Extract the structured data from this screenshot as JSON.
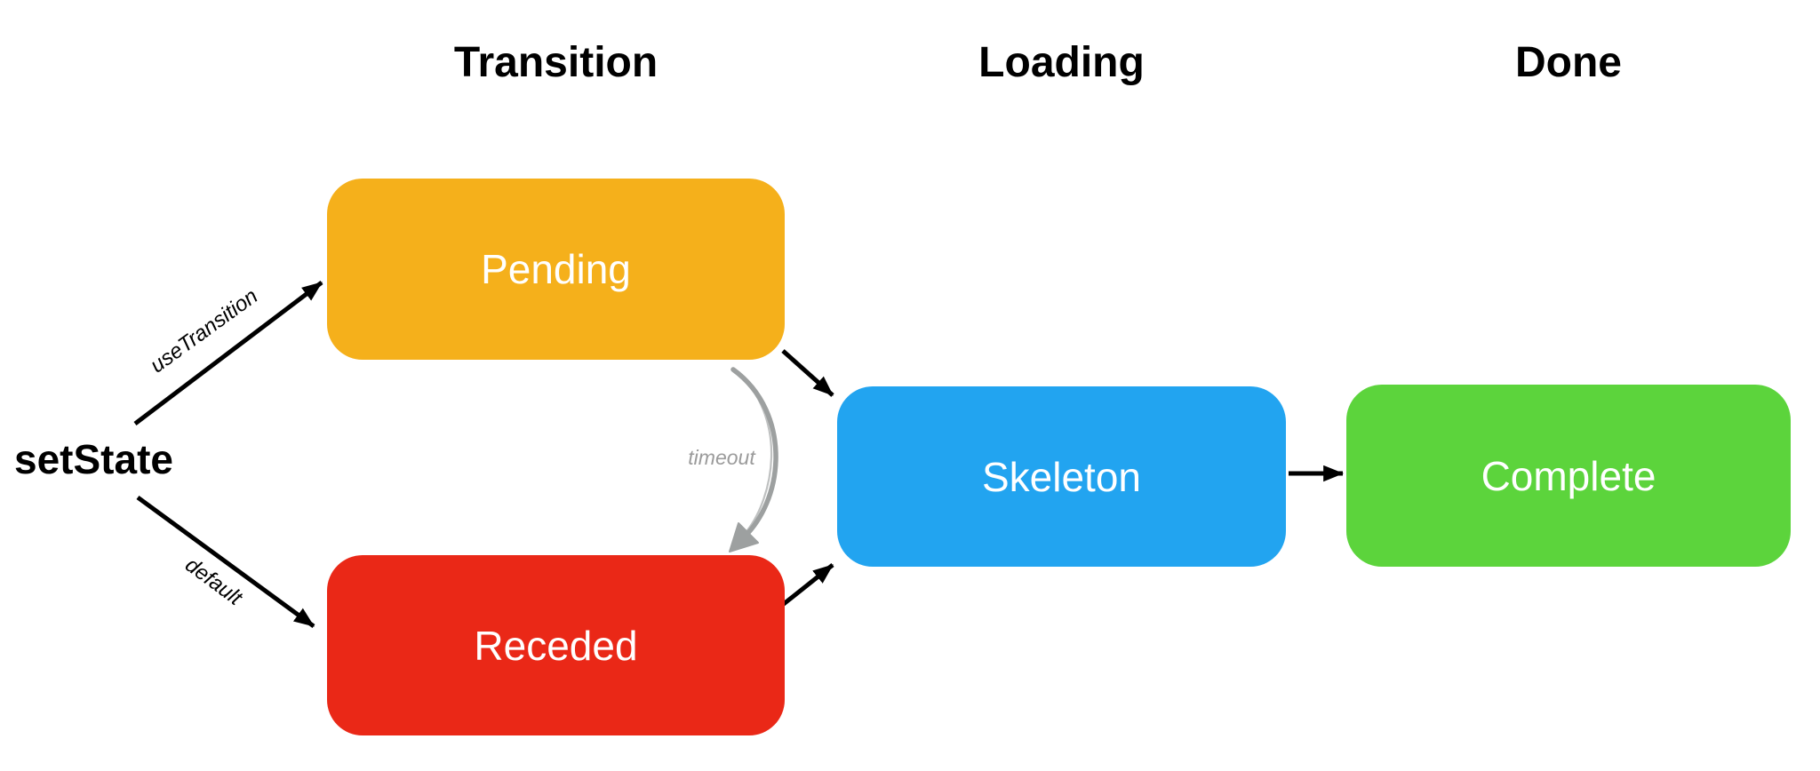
{
  "page": {
    "background": "#FFFFFF"
  },
  "headers": [
    {
      "id": "transition",
      "label": "Transition"
    },
    {
      "id": "loading",
      "label": "Loading"
    },
    {
      "id": "done",
      "label": "Done"
    }
  ],
  "entry": {
    "label": "setState"
  },
  "nodes": [
    {
      "id": "pending",
      "label": "Pending",
      "color": "#F5B01B"
    },
    {
      "id": "receded",
      "label": "Receded",
      "color": "#EA2817"
    },
    {
      "id": "skeleton",
      "label": "Skeleton",
      "color": "#22A4F0"
    },
    {
      "id": "complete",
      "label": "Complete",
      "color": "#5CD43C"
    }
  ],
  "edges": [
    {
      "id": "usetransition",
      "label": "useTransition",
      "from": "setState",
      "to": "Pending"
    },
    {
      "id": "default",
      "label": "default",
      "from": "setState",
      "to": "Receded"
    },
    {
      "id": "timeout",
      "label": "timeout",
      "from": "Pending",
      "to": "Receded"
    },
    {
      "id": "pending-skeleton",
      "label": "",
      "from": "Pending",
      "to": "Skeleton"
    },
    {
      "id": "receded-skeleton",
      "label": "",
      "from": "Receded",
      "to": "Skeleton"
    },
    {
      "id": "skeleton-complete",
      "label": "",
      "from": "Skeleton",
      "to": "Complete"
    }
  ],
  "colors": {
    "arrow": "#000000",
    "sketch": "#9DA0A0",
    "sketch_label": "#9B9B9B",
    "header_text": "#000000",
    "node_label": "#FFFFFF"
  }
}
